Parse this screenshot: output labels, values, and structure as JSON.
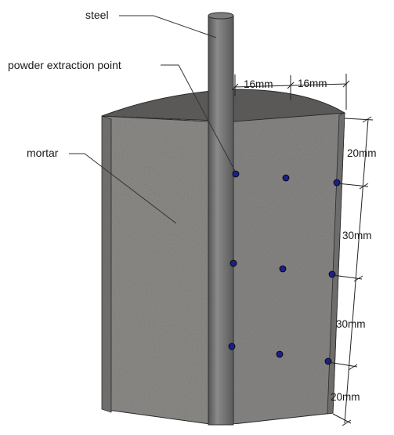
{
  "labels": {
    "steel": "steel",
    "powder_extraction_point": "powder extraction point",
    "mortar": "mortar"
  },
  "dimensions": {
    "top_left": "16mm",
    "top_right": "16mm",
    "side_1": "20mm",
    "side_2": "30mm",
    "side_3": "30mm",
    "side_4": "20mm"
  },
  "colors": {
    "mortar_face": "#8f8d8a",
    "mortar_side": "#6f6d6b",
    "top_surface": "#5a5958",
    "steel": "#6e6e6e",
    "point": "#1b1f8a"
  }
}
